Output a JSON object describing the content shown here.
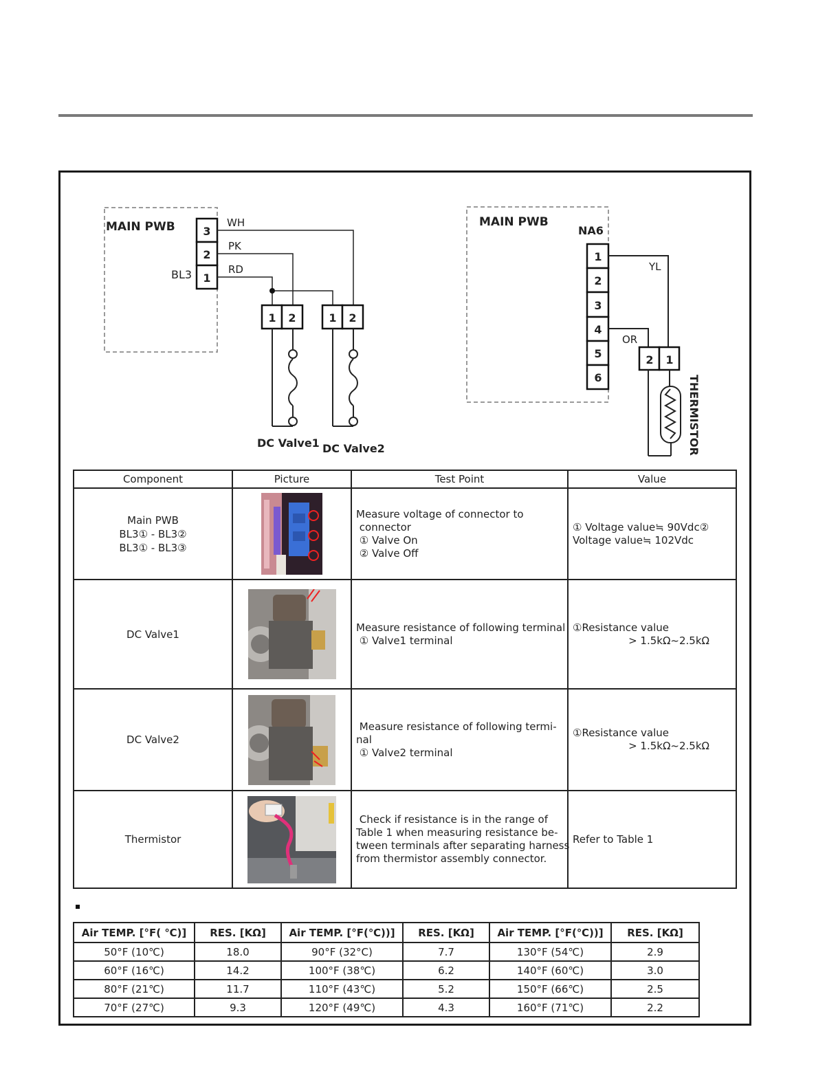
{
  "wiring_left": {
    "board_label": "MAIN PWB",
    "connector_label": "BL3",
    "pins": [
      "3",
      "2",
      "1"
    ],
    "wires": [
      "WH",
      "PK",
      "RD"
    ],
    "valve1_pins": [
      "1",
      "2"
    ],
    "valve2_pins": [
      "1",
      "2"
    ],
    "valve1_label": "DC Valve1",
    "valve2_label": "DC Valve2"
  },
  "wiring_right": {
    "board_label": "MAIN PWB",
    "connector_label": "NA6",
    "pins": [
      "1",
      "2",
      "3",
      "4",
      "5",
      "6"
    ],
    "wires": [
      "YL",
      "OR"
    ],
    "thermistor_pins": [
      "2",
      "1"
    ],
    "thermistor_label": "THERMISTOR"
  },
  "test_table": {
    "headers": [
      "Component",
      "Picture",
      "Test Point",
      "Value"
    ],
    "rows": [
      {
        "component": [
          "Main PWB",
          "BL3① - BL3②",
          "BL3① - BL3③"
        ],
        "test_point": [
          "Measure voltage of connector to",
          " connector",
          " ① Valve On",
          " ② Valve Off"
        ],
        "value": [
          "① Voltage value≒ 90Vdc②",
          "Voltage value≒ 102Vdc"
        ]
      },
      {
        "component": [
          "DC Valve1"
        ],
        "test_point": [
          "Measure resistance of following terminal",
          " ① Valve1 terminal"
        ],
        "value_main": "①Resistance value",
        "value_indent": "> 1.5kΩ~2.5kΩ"
      },
      {
        "component": [
          "DC Valve2"
        ],
        "test_point": [
          " Measure resistance of following termi-",
          "nal",
          " ① Valve2 terminal"
        ],
        "value_main": "①Resistance value",
        "value_indent": "> 1.5kΩ~2.5kΩ"
      },
      {
        "component": [
          "Thermistor"
        ],
        "test_point": [
          " Check if resistance is in the range of",
          "Table 1 when measuring resistance be-",
          "tween terminals after separating harness",
          "from thermistor assembly connector."
        ],
        "value": [
          "Refer to Table 1"
        ]
      }
    ]
  },
  "resistance_table": {
    "headers": [
      "Air TEMP. [°F( ℃)]",
      "RES. [KΩ]",
      "Air TEMP. [°F(℃))]",
      "RES. [KΩ]",
      "Air TEMP. [°F(℃))]",
      "RES. [KΩ]"
    ],
    "rows": [
      [
        "50°F (10℃)",
        "18.0",
        "90°F (32°C)",
        "7.7",
        "130°F (54℃)",
        "2.9"
      ],
      [
        "60°F (16℃)",
        "14.2",
        "100°F (38℃)",
        "6.2",
        "140°F (60℃)",
        "3.0"
      ],
      [
        "80°F (21℃)",
        "11.7",
        "110°F (43℃)",
        "5.2",
        "150°F (66℃)",
        "2.5"
      ],
      [
        "70°F (27℃)",
        "9.3",
        "120°F (49℃)",
        "4.3",
        "160°F (71℃)",
        "2.2"
      ]
    ]
  }
}
